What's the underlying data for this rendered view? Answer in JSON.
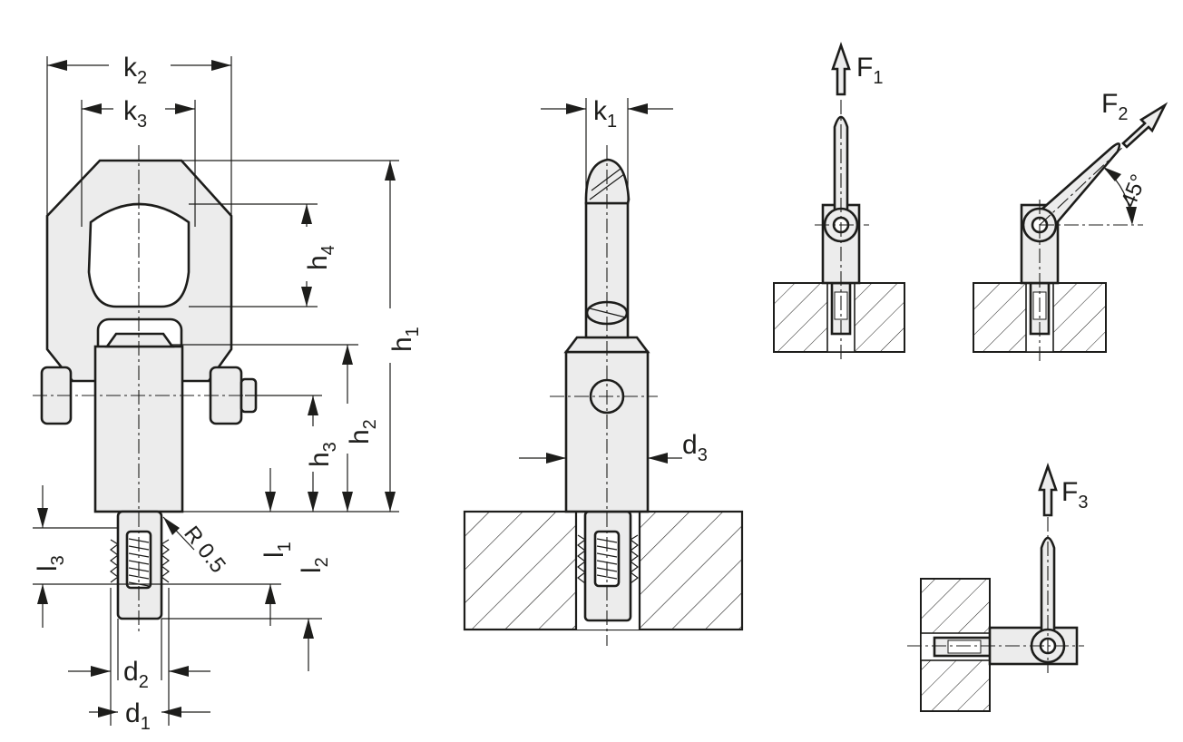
{
  "labels": {
    "k2": {
      "base": "k",
      "sub": "2"
    },
    "k3": {
      "base": "k",
      "sub": "3"
    },
    "k1": {
      "base": "k",
      "sub": "1"
    },
    "h1": {
      "base": "h",
      "sub": "1"
    },
    "h2": {
      "base": "h",
      "sub": "2"
    },
    "h3": {
      "base": "h",
      "sub": "3"
    },
    "h4": {
      "base": "h",
      "sub": "4"
    },
    "l1": {
      "base": "l",
      "sub": "1"
    },
    "l2": {
      "base": "l",
      "sub": "2"
    },
    "l3": {
      "base": "l",
      "sub": "3"
    },
    "d1": {
      "base": "d",
      "sub": "1"
    },
    "d2": {
      "base": "d",
      "sub": "2"
    },
    "d3": {
      "base": "d",
      "sub": "3"
    },
    "radius": "R 0.5",
    "F1": {
      "base": "F",
      "sub": "1"
    },
    "F2": {
      "base": "F",
      "sub": "2"
    },
    "F3": {
      "base": "F",
      "sub": "3"
    },
    "angle": "45°"
  },
  "colors": {
    "line": "#1d1d1b",
    "part_fill": "#ececec",
    "background": "#ffffff"
  }
}
